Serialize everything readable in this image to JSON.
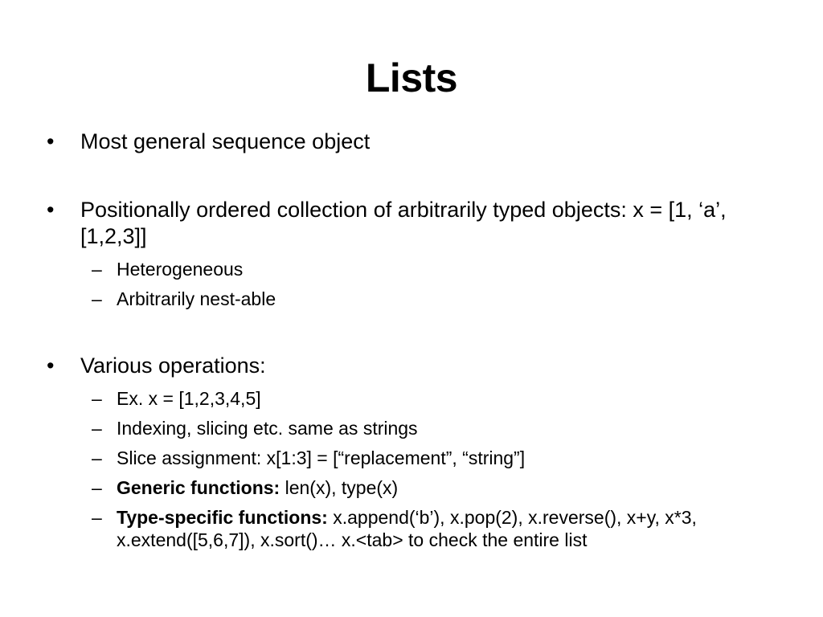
{
  "slide": {
    "title": "Lists",
    "bullet_mark": "•",
    "sub_mark": "–",
    "bullets": [
      {
        "text": "Most general sequence object",
        "subs": []
      },
      {
        "text": "Positionally ordered collection of arbitrarily typed objects: x = [1, ‘a’, [1,2,3]]",
        "subs": [
          {
            "bold": "",
            "text": "Heterogeneous"
          },
          {
            "bold": "",
            "text": "Arbitrarily nest-able"
          }
        ]
      },
      {
        "text": "Various operations:",
        "subs": [
          {
            "bold": "",
            "text": "Ex. x = [1,2,3,4,5]"
          },
          {
            "bold": "",
            "text": "Indexing, slicing etc. same as strings"
          },
          {
            "bold": "",
            "text": "Slice assignment: x[1:3] = [“replacement”, “string”]"
          },
          {
            "bold": "Generic functions:",
            "text": " len(x), type(x)"
          },
          {
            "bold": "Type-specific functions:",
            "text": " x.append(‘b’), x.pop(2), x.reverse(), x+y, x*3, x.extend([5,6,7]), x.sort()… x.<tab> to check the entire list"
          }
        ]
      }
    ]
  }
}
